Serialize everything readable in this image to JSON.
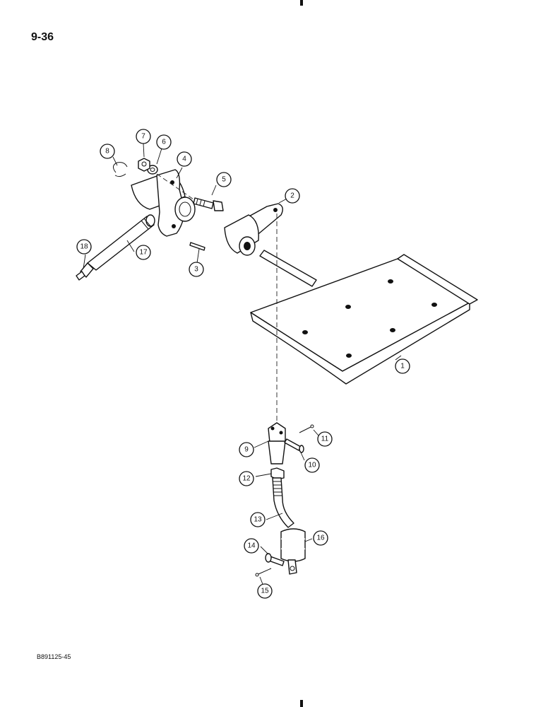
{
  "page": {
    "number": "9-36",
    "figure_code": "B891125-45"
  },
  "callouts": [
    {
      "id": "callout-1",
      "label": "1"
    },
    {
      "id": "callout-2",
      "label": "2"
    },
    {
      "id": "callout-3",
      "label": "3"
    },
    {
      "id": "callout-4",
      "label": "4"
    },
    {
      "id": "callout-5",
      "label": "5"
    },
    {
      "id": "callout-6",
      "label": "6"
    },
    {
      "id": "callout-7",
      "label": "7"
    },
    {
      "id": "callout-8",
      "label": "8"
    },
    {
      "id": "callout-9",
      "label": "9"
    },
    {
      "id": "callout-10",
      "label": "10"
    },
    {
      "id": "callout-11",
      "label": "11"
    },
    {
      "id": "callout-12",
      "label": "12"
    },
    {
      "id": "callout-13",
      "label": "13"
    },
    {
      "id": "callout-14",
      "label": "14"
    },
    {
      "id": "callout-15",
      "label": "15"
    },
    {
      "id": "callout-16",
      "label": "16"
    },
    {
      "id": "callout-17",
      "label": "17"
    },
    {
      "id": "callout-18",
      "label": "18"
    }
  ]
}
